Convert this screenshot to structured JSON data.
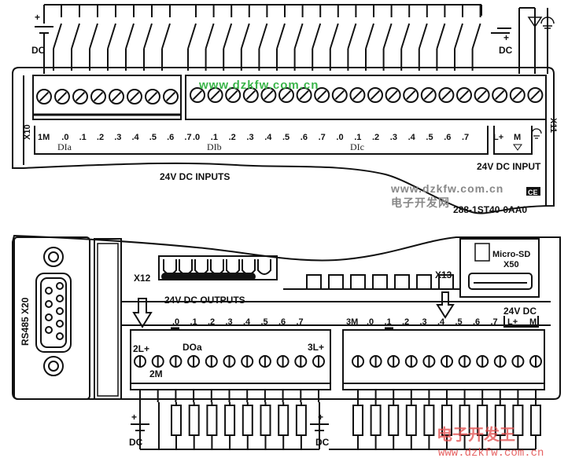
{
  "title": "S7-200 SMART CPU ST40 wiring diagram",
  "top_module": {
    "connector_left": "X10",
    "connector_right": "X11",
    "supply_label": "DC",
    "supply_plus": "+",
    "supply_minus": "-",
    "input_terminals": [
      "1M",
      ".0",
      ".1",
      ".2",
      ".3",
      ".4",
      ".5",
      ".6",
      ".7",
      ".0",
      ".1",
      ".2",
      ".3",
      ".4",
      ".5",
      ".6",
      ".7",
      ".0",
      ".1",
      ".2",
      ".3",
      ".4",
      ".5",
      ".6",
      ".7"
    ],
    "groups": [
      "DIa",
      "DIb",
      "DIc"
    ],
    "power_terminals": [
      "L+",
      "M"
    ],
    "inputs_title": "24V DC INPUTS",
    "power_title": "24V DC INPUT",
    "part_number": "288-1ST40-0AA0",
    "ce_mark": "CE"
  },
  "bottom_module": {
    "rs485_label": "RS485 X20",
    "connector_x12": "X12",
    "connector_x13": "X13",
    "outputs_title": "24V DC OUTPUTS",
    "microsd_label": "Micro-SD",
    "microsd_slot": "X50",
    "left_block": {
      "top_labels": [
        ".0",
        ".1",
        ".2",
        ".3",
        ".4",
        ".5",
        ".6",
        ".7"
      ],
      "supply_label": "2L+",
      "group_label": "DOa",
      "common_label": "2M",
      "right_supply": "3L+"
    },
    "right_block": {
      "top_labels": [
        "3M",
        ".0",
        ".1",
        ".2",
        ".3",
        ".4",
        ".5",
        ".6",
        ".7"
      ],
      "power_title": "24V DC",
      "power_terminals": [
        "L+",
        "M"
      ]
    },
    "supply_label": "DC",
    "supply_plus": "+"
  },
  "watermarks": {
    "green_url": "www.dzkfw.com.cn",
    "grey_url": "www.dzkfw.com.cn",
    "grey_cn": "电子开发网",
    "red_cn": "电子开发王",
    "red_url": "www.dzkfw.com.cn"
  }
}
